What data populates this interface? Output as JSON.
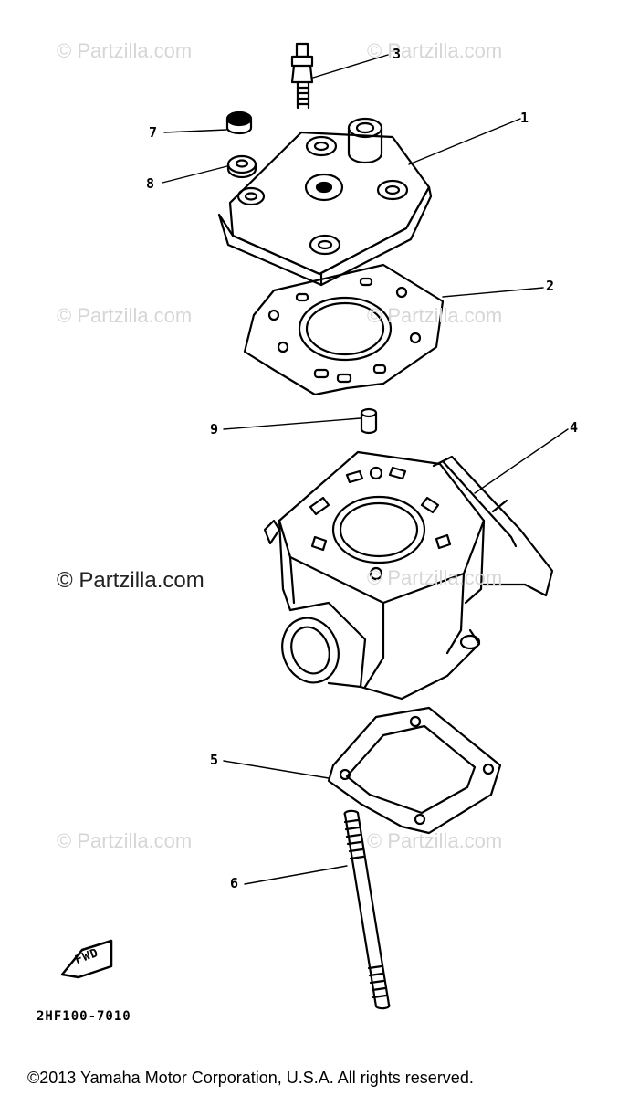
{
  "watermark": "© Partzilla.com",
  "callouts": [
    "1",
    "2",
    "3",
    "4",
    "5",
    "6",
    "7",
    "8",
    "9"
  ],
  "fwd_label": "FWD",
  "diagram_code": "2HF100-7010",
  "copyright": "©2013 Yamaha Motor Corporation, U.S.A. All rights reserved."
}
